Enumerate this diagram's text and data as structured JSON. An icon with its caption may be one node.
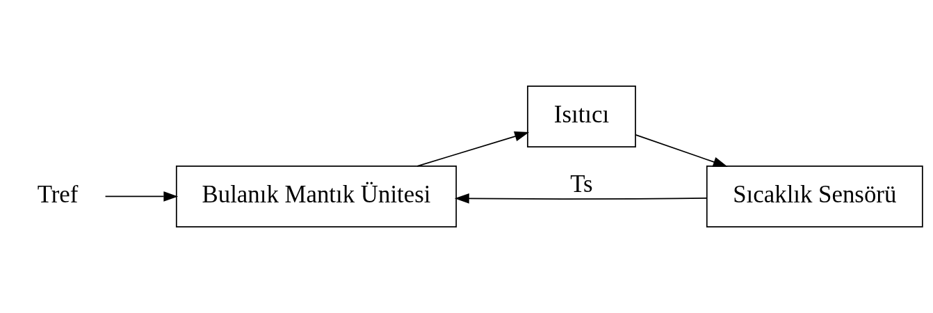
{
  "diagram": {
    "nodes": [
      {
        "text": [
          "Tref"
        ]
      },
      {
        "text": [
          "Bulanık Mantık Ünitesi"
        ]
      },
      {
        "text": [
          "Isıtıcı"
        ]
      },
      {
        "text": [
          "Sıcaklık Sensörü"
        ]
      }
    ],
    "edges": [
      {
        "from": 0,
        "to": 1,
        "arrow": "to"
      },
      {
        "from": 1,
        "to": 2,
        "arrow": "to"
      },
      {
        "from": 2,
        "to": 3,
        "arrow": "to"
      },
      {
        "from": 3,
        "to": 1,
        "arrow": "to",
        "label": "Ts"
      }
    ]
  }
}
